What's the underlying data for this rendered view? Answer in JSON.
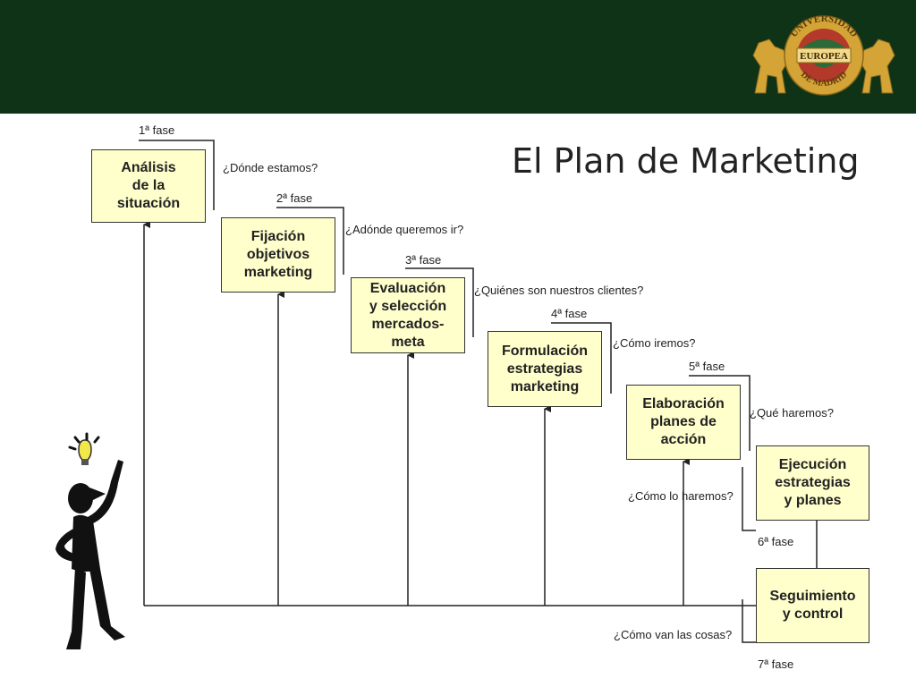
{
  "header": {
    "background": "#0f3316",
    "logo": {
      "icon": "universidad-europea-madrid-seal",
      "top_arc": "UNIVERSIDAD",
      "banner": "EUROPEA",
      "bottom_arc": "DE MADRID",
      "colors": {
        "gold": "#d4a437",
        "red": "#b33a2a",
        "green": "#2d6a3a"
      }
    }
  },
  "title": "El Plan de Marketing",
  "colors": {
    "box_fill": "#ffffcc",
    "line": "#222222"
  },
  "stages": [
    {
      "label": "Análisis\nde la\nsituación",
      "phase": "1ª fase",
      "question": "¿Dónde estamos?"
    },
    {
      "label": "Fijación\nobjetivos\nmarketing",
      "phase": "2ª fase",
      "question": "¿Adónde queremos ir?"
    },
    {
      "label": "Evaluación\ny selección\nmercados-\nmeta",
      "phase": "3ª fase",
      "question": "¿Quiénes son nuestros clientes?"
    },
    {
      "label": "Formulación\nestrategias\nmarketing",
      "phase": "4ª fase",
      "question": "¿Cómo iremos?"
    },
    {
      "label": "Elaboración\nplanes de\nacción",
      "phase": "5ª fase",
      "question": "¿Qué haremos?"
    },
    {
      "label": "Ejecución\nestrategias\ny planes",
      "phase": "6ª fase",
      "question": "¿Cómo lo  haremos?"
    },
    {
      "label": "Seguimiento\ny control",
      "phase": "7ª fase",
      "question": "¿Cómo van las cosas?"
    }
  ],
  "figure": {
    "icon": "stick-figure-lightbulb-icon"
  }
}
